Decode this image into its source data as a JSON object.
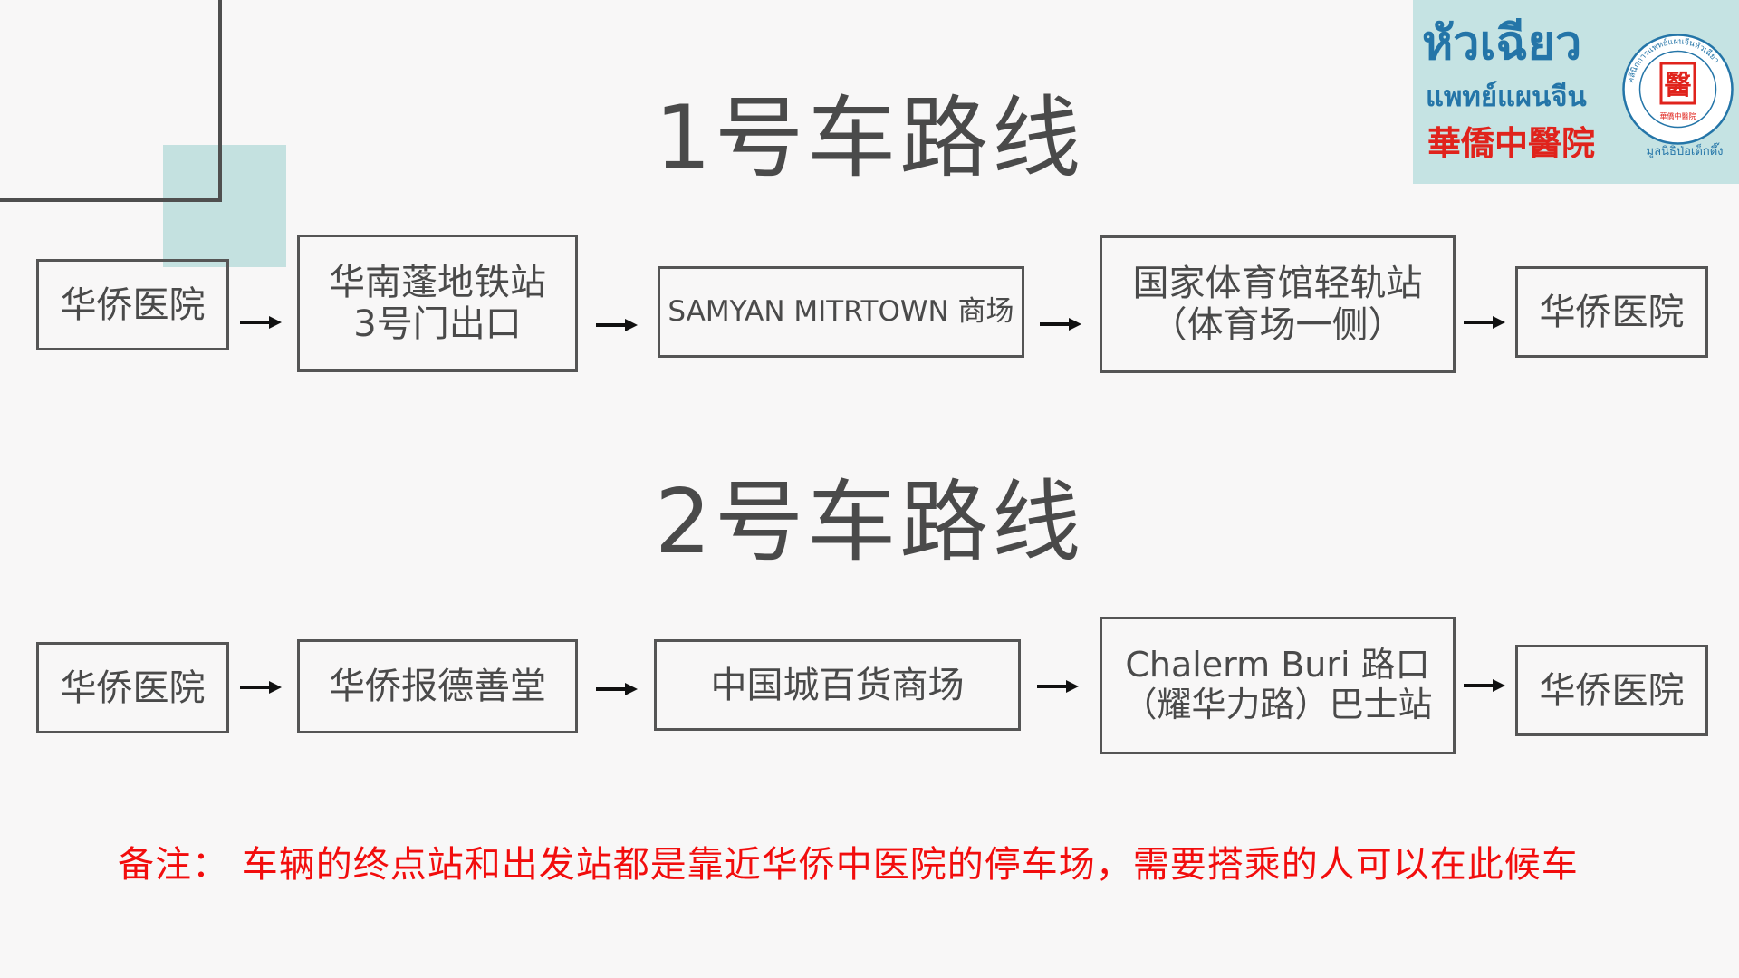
{
  "route1": {
    "title": "1号车路线",
    "stops": [
      {
        "lines": [
          "华侨医院"
        ]
      },
      {
        "lines": [
          "华南蓬地铁站",
          "3号门出口"
        ]
      },
      {
        "lines": [
          "SAMYAN MITRTOWN 商场"
        ]
      },
      {
        "lines": [
          "国家体育馆轻轨站",
          "（体育场一侧）"
        ]
      },
      {
        "lines": [
          "华侨医院"
        ]
      }
    ]
  },
  "route2": {
    "title": "2号车路线",
    "stops": [
      {
        "lines": [
          "华侨医院"
        ]
      },
      {
        "lines": [
          "华侨报德善堂"
        ]
      },
      {
        "lines": [
          "中国城百货商场"
        ]
      },
      {
        "lines": [
          "Chalerm Buri 路口",
          "（耀华力路）巴士站"
        ]
      },
      {
        "lines": [
          "华侨医院"
        ]
      }
    ]
  },
  "note": "备注： 车辆的终点站和出发站都是靠近华侨中医院的停车场，需要搭乘的人可以在此候车",
  "logo": {
    "thai_name": "หัวเฉียว",
    "thai_sub": "แพทย์แผนจีน",
    "chinese_name": "華僑中醫院",
    "seal_char": "醫",
    "seal_ring_text": "คลินิกการแพทย์แผนจีนหัวเฉียว",
    "seal_inner_text": "華僑中醫院",
    "seal_caption": "มูลนิธิป่อเต็กตึ๊ง"
  },
  "colors": {
    "background": "#f8f7f7",
    "text": "#4a4a4a",
    "border": "#555555",
    "note": "#f20d0d",
    "accent_square": "#c4e1e0",
    "logo_bg": "#c5e3e3",
    "logo_blue": "#2475a8",
    "logo_red": "#e0231c"
  }
}
